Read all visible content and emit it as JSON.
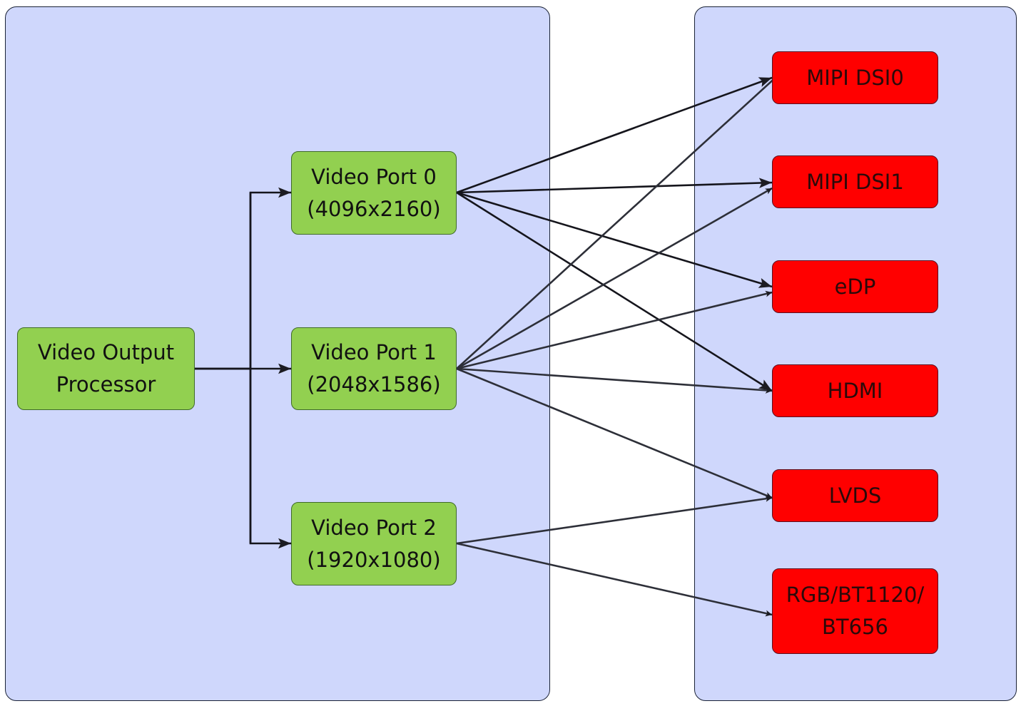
{
  "colors": {
    "container_fill": "#cfd7fc",
    "source_fill": "#92d050",
    "sink_fill": "#ff0000",
    "edge": "#1c1c22"
  },
  "processor": {
    "id": "vop",
    "label": "Video Output\nProcessor"
  },
  "ports": [
    {
      "id": "vp0",
      "label": "Video Port 0\n(4096x2160)"
    },
    {
      "id": "vp1",
      "label": "Video Port 1\n(2048x1586)"
    },
    {
      "id": "vp2",
      "label": "Video Port 2\n(1920x1080)"
    }
  ],
  "interfaces": [
    {
      "id": "dsi0",
      "label": "MIPI DSI0"
    },
    {
      "id": "dsi1",
      "label": "MIPI DSI1"
    },
    {
      "id": "edp",
      "label": "eDP"
    },
    {
      "id": "hdmi",
      "label": "HDMI"
    },
    {
      "id": "lvds",
      "label": "LVDS"
    },
    {
      "id": "rgb",
      "label": "RGB/BT1120/\nBT656"
    }
  ],
  "edges": [
    {
      "from": "vop",
      "to": "vp0"
    },
    {
      "from": "vop",
      "to": "vp1"
    },
    {
      "from": "vop",
      "to": "vp2"
    },
    {
      "from": "vp0",
      "to": "dsi0"
    },
    {
      "from": "vp0",
      "to": "dsi1"
    },
    {
      "from": "vp0",
      "to": "edp"
    },
    {
      "from": "vp0",
      "to": "hdmi"
    },
    {
      "from": "vp1",
      "to": "dsi0"
    },
    {
      "from": "vp1",
      "to": "dsi1"
    },
    {
      "from": "vp1",
      "to": "edp"
    },
    {
      "from": "vp1",
      "to": "hdmi"
    },
    {
      "from": "vp1",
      "to": "lvds"
    },
    {
      "from": "vp2",
      "to": "lvds"
    },
    {
      "from": "vp2",
      "to": "rgb"
    }
  ]
}
